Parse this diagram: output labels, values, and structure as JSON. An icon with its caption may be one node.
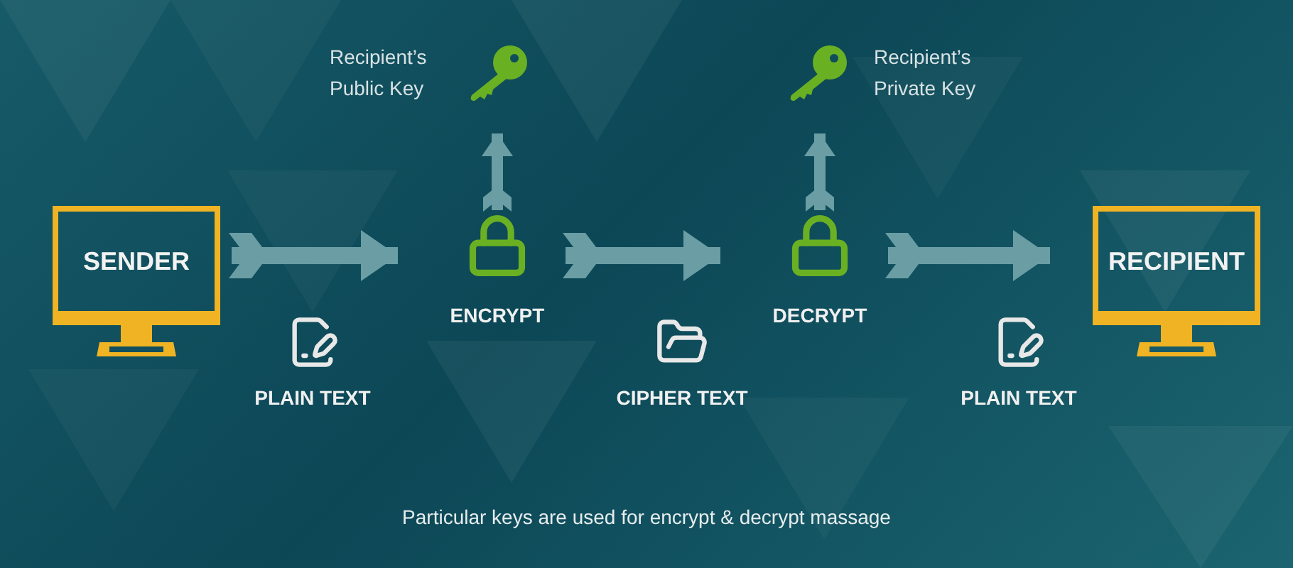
{
  "diagram": {
    "caption": "Particular keys are used for encrypt & decrypt massage",
    "nodes": [
      {
        "text": [
          "SENDER"
        ]
      },
      {
        "text": [
          "Recipient’s Public Key"
        ]
      },
      {
        "text": [
          "ENCRYPT"
        ]
      },
      {
        "text": [
          "Recipient’s Private Key"
        ]
      },
      {
        "text": [
          "DECRYPT"
        ]
      },
      {
        "text": [
          "RECIPIENT"
        ]
      }
    ],
    "edges": [
      {
        "from": 0,
        "to": 2,
        "arrow": "to"
      },
      {
        "from": 2,
        "to": 1,
        "arrow": "to"
      },
      {
        "from": 2,
        "to": 4,
        "arrow": "to"
      },
      {
        "from": 4,
        "to": 3,
        "arrow": "to"
      },
      {
        "from": 4,
        "to": 5,
        "arrow": "to"
      }
    ],
    "labels": [
      "PLAIN TEXT",
      "CIPHER TEXT",
      "PLAIN TEXT"
    ]
  }
}
